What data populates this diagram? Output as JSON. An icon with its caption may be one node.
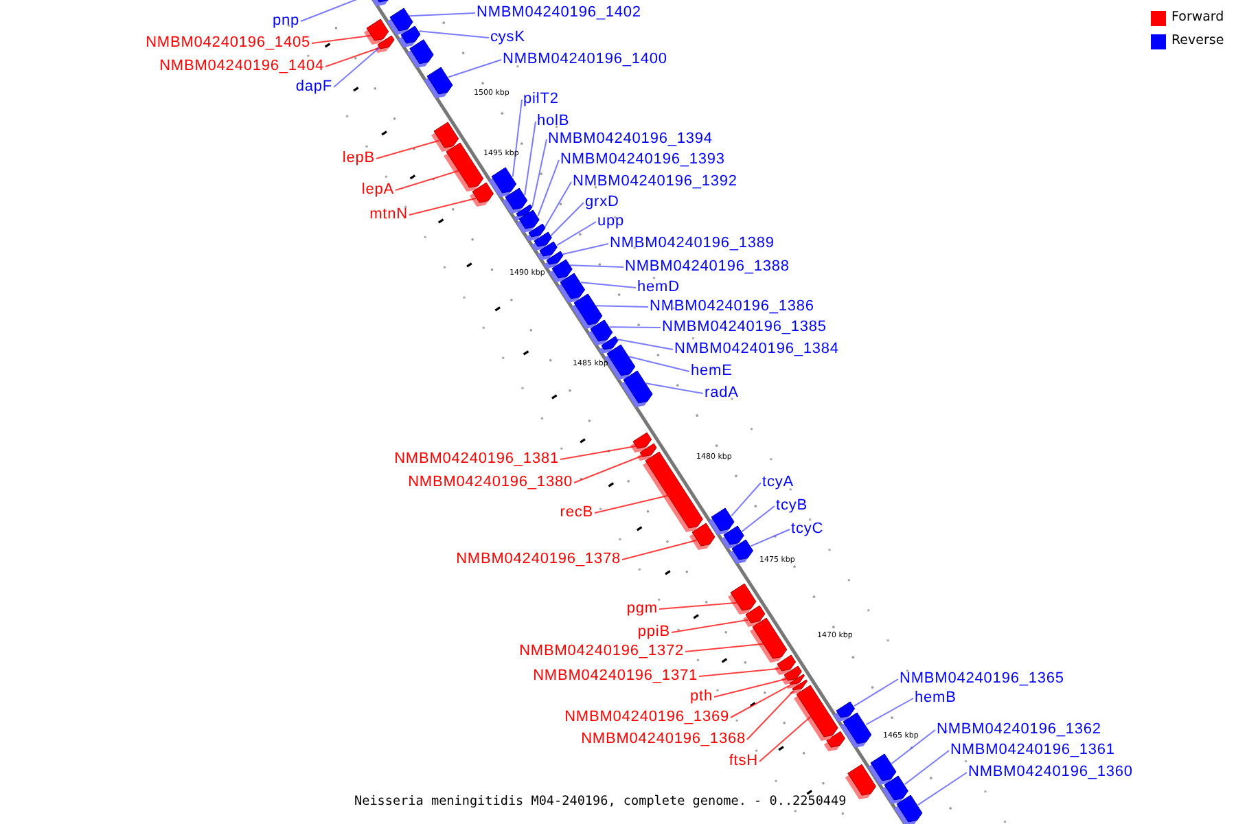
{
  "diagram": {
    "caption": "Neisseria meningitidis M04-240196, complete genome. - 0..2250449",
    "nodes": [
      {
        "text": [
          "NMBM04240196_1402"
        ]
      },
      {
        "text": [
          "pnp"
        ]
      },
      {
        "text": [
          "cysK"
        ]
      },
      {
        "text": [
          "NMBM04240196_1405"
        ]
      },
      {
        "text": [
          "NMBM04240196_1400"
        ]
      },
      {
        "text": [
          "NMBM04240196_1404"
        ]
      },
      {
        "text": [
          "dapF"
        ]
      },
      {
        "text": [
          "pilT2"
        ]
      },
      {
        "text": [
          "holB"
        ]
      },
      {
        "text": [
          "NMBM04240196_1394"
        ]
      },
      {
        "text": [
          "lepB"
        ]
      },
      {
        "text": [
          "NMBM04240196_1393"
        ]
      },
      {
        "text": [
          "NMBM04240196_1392"
        ]
      },
      {
        "text": [
          "lepA"
        ]
      },
      {
        "text": [
          "grxD"
        ]
      },
      {
        "text": [
          "mtnN"
        ]
      },
      {
        "text": [
          "upp"
        ]
      },
      {
        "text": [
          "NMBM04240196_1389"
        ]
      },
      {
        "text": [
          "NMBM04240196_1388"
        ]
      },
      {
        "text": [
          "hemD"
        ]
      },
      {
        "text": [
          "NMBM04240196_1386"
        ]
      },
      {
        "text": [
          "NMBM04240196_1385"
        ]
      },
      {
        "text": [
          "NMBM04240196_1384"
        ]
      },
      {
        "text": [
          "hemE"
        ]
      },
      {
        "text": [
          "radA"
        ]
      },
      {
        "text": [
          "NMBM04240196_1381"
        ]
      },
      {
        "text": [
          "NMBM04240196_1380"
        ]
      },
      {
        "text": [
          "tcyA"
        ]
      },
      {
        "text": [
          "tcyB"
        ]
      },
      {
        "text": [
          "recB"
        ]
      },
      {
        "text": [
          "tcyC"
        ]
      },
      {
        "text": [
          "NMBM04240196_1378"
        ]
      },
      {
        "text": [
          "pgm"
        ]
      },
      {
        "text": [
          "ppiB"
        ]
      },
      {
        "text": [
          "NMBM04240196_1372"
        ]
      },
      {
        "text": [
          "NMBM04240196_1371"
        ]
      },
      {
        "text": [
          "NMBM04240196_1365"
        ]
      },
      {
        "text": [
          "pth"
        ]
      },
      {
        "text": [
          "hemB"
        ]
      },
      {
        "text": [
          "NMBM04240196_1369"
        ]
      },
      {
        "text": [
          "NMBM04240196_1362"
        ]
      },
      {
        "text": [
          "NMBM04240196_1368"
        ]
      },
      {
        "text": [
          "NMBM04240196_1361"
        ]
      },
      {
        "text": [
          "ftsH"
        ]
      },
      {
        "text": [
          "NMBM04240196_1360"
        ]
      },
      {
        "text": [],
        "shape": "bar"
      },
      {
        "text": [],
        "shape": "bar"
      },
      {
        "text": [],
        "shape": "bar"
      },
      {
        "text": [],
        "shape": "bar"
      },
      {
        "text": [],
        "shape": "bar"
      },
      {
        "text": [],
        "shape": "bar"
      },
      {
        "text": [],
        "shape": "bar"
      },
      {
        "text": [],
        "shape": "bar"
      },
      {
        "text": [],
        "shape": "bar"
      },
      {
        "text": [],
        "shape": "bar"
      },
      {
        "text": [],
        "shape": "bar"
      },
      {
        "text": [],
        "shape": "bar"
      },
      {
        "text": [],
        "shape": "bar"
      },
      {
        "text": [],
        "shape": "bar"
      },
      {
        "text": [],
        "shape": "bar"
      },
      {
        "text": [],
        "shape": "bar"
      },
      {
        "text": [],
        "shape": "bar"
      },
      {
        "text": [],
        "shape": "bar"
      },
      {
        "text": [],
        "shape": "bar"
      },
      {
        "text": [],
        "shape": "bar"
      },
      {
        "text": [],
        "shape": "bar"
      },
      {
        "text": [],
        "shape": "bar"
      },
      {
        "text": [],
        "shape": "bar"
      },
      {
        "text": [],
        "shape": "bar"
      },
      {
        "text": [],
        "shape": "bar"
      },
      {
        "text": [],
        "shape": "bar"
      },
      {
        "text": [],
        "shape": "bar"
      },
      {
        "text": [],
        "shape": "bar"
      },
      {
        "text": [],
        "shape": "bar"
      },
      {
        "text": [],
        "shape": "bar"
      },
      {
        "text": [],
        "shape": "bar"
      },
      {
        "text": [],
        "shape": "bar"
      },
      {
        "text": [],
        "shape": "bar"
      },
      {
        "text": [],
        "shape": "bar"
      },
      {
        "text": [],
        "shape": "bar"
      },
      {
        "text": [],
        "shape": "bar"
      },
      {
        "text": [],
        "shape": "bar"
      },
      {
        "text": [],
        "shape": "bar"
      },
      {
        "text": [],
        "shape": "bar"
      },
      {
        "text": [],
        "shape": "bar"
      },
      {
        "text": [],
        "shape": "bar"
      },
      {
        "text": [],
        "shape": "bar"
      },
      {
        "text": [],
        "shape": "bar"
      },
      {
        "text": [],
        "shape": "bar"
      }
    ],
    "edges": [
      {
        "from": 0,
        "to": 47,
        "arrow": "none"
      },
      {
        "from": 1,
        "to": 45,
        "arrow": "none"
      },
      {
        "from": 2,
        "to": 49,
        "arrow": "none"
      },
      {
        "from": 3,
        "to": 46,
        "arrow": "none",
        "color": "#ff0000"
      },
      {
        "from": 4,
        "to": 50,
        "arrow": "none"
      },
      {
        "from": 5,
        "to": 48,
        "arrow": "none",
        "color": "#ff0000"
      },
      {
        "from": 6,
        "to": 48,
        "arrow": "none"
      },
      {
        "from": 7,
        "to": 53,
        "arrow": "none"
      },
      {
        "from": 8,
        "to": 55,
        "arrow": "none"
      },
      {
        "from": 9,
        "to": 56,
        "arrow": "none"
      },
      {
        "from": 10,
        "to": 51,
        "arrow": "none",
        "color": "#ff0000"
      },
      {
        "from": 11,
        "to": 57,
        "arrow": "none"
      },
      {
        "from": 12,
        "to": 58,
        "arrow": "none"
      },
      {
        "from": 13,
        "to": 52,
        "arrow": "none",
        "color": "#ff0000"
      },
      {
        "from": 14,
        "to": 59,
        "arrow": "none"
      },
      {
        "from": 15,
        "to": 54,
        "arrow": "none",
        "color": "#ff0000"
      },
      {
        "from": 16,
        "to": 60,
        "arrow": "none"
      },
      {
        "from": 17,
        "to": 61,
        "arrow": "none"
      },
      {
        "from": 18,
        "to": 62,
        "arrow": "none"
      },
      {
        "from": 19,
        "to": 63,
        "arrow": "none"
      },
      {
        "from": 20,
        "to": 64,
        "arrow": "none"
      },
      {
        "from": 21,
        "to": 65,
        "arrow": "none"
      },
      {
        "from": 22,
        "to": 66,
        "arrow": "none"
      },
      {
        "from": 23,
        "to": 67,
        "arrow": "none"
      },
      {
        "from": 24,
        "to": 68,
        "arrow": "none"
      },
      {
        "from": 25,
        "to": 69,
        "arrow": "none",
        "color": "#ff0000"
      },
      {
        "from": 26,
        "to": 70,
        "arrow": "none",
        "color": "#ff0000"
      },
      {
        "from": 27,
        "to": 72,
        "arrow": "none"
      },
      {
        "from": 28,
        "to": 74,
        "arrow": "none"
      },
      {
        "from": 29,
        "to": 71,
        "arrow": "none",
        "color": "#ff0000"
      },
      {
        "from": 30,
        "to": 75,
        "arrow": "none"
      },
      {
        "from": 31,
        "to": 73,
        "arrow": "none",
        "color": "#ff0000"
      },
      {
        "from": 32,
        "to": 76,
        "arrow": "none",
        "color": "#ff0000"
      },
      {
        "from": 33,
        "to": 77,
        "arrow": "none",
        "color": "#ff0000"
      },
      {
        "from": 34,
        "to": 78,
        "arrow": "none",
        "color": "#ff0000"
      },
      {
        "from": 35,
        "to": 79,
        "arrow": "none",
        "color": "#ff0000"
      },
      {
        "from": 36,
        "to": 84,
        "arrow": "none"
      },
      {
        "from": 37,
        "to": 80,
        "arrow": "none",
        "color": "#ff0000"
      },
      {
        "from": 38,
        "to": 85,
        "arrow": "none"
      },
      {
        "from": 39,
        "to": 81,
        "arrow": "none",
        "color": "#ff0000"
      },
      {
        "from": 40,
        "to": 86,
        "arrow": "none"
      },
      {
        "from": 41,
        "to": 82,
        "arrow": "none",
        "color": "#ff0000"
      },
      {
        "from": 42,
        "to": 87,
        "arrow": "none"
      },
      {
        "from": 43,
        "to": 83,
        "arrow": "none",
        "color": "#ff0000"
      },
      {
        "from": 44,
        "to": 88,
        "arrow": "none"
      }
    ],
    "labels": [
      "1500 kbp",
      "1495 kbp",
      "1490 kbp",
      "1485 kbp",
      "1480 kbp",
      "1475 kbp",
      "1470 kbp",
      "1465 kbp"
    ],
    "legend": [
      {
        "text": "Forward",
        "color": "#ff0000"
      },
      {
        "text": "Reverse",
        "color": "#0000ff"
      }
    ]
  }
}
